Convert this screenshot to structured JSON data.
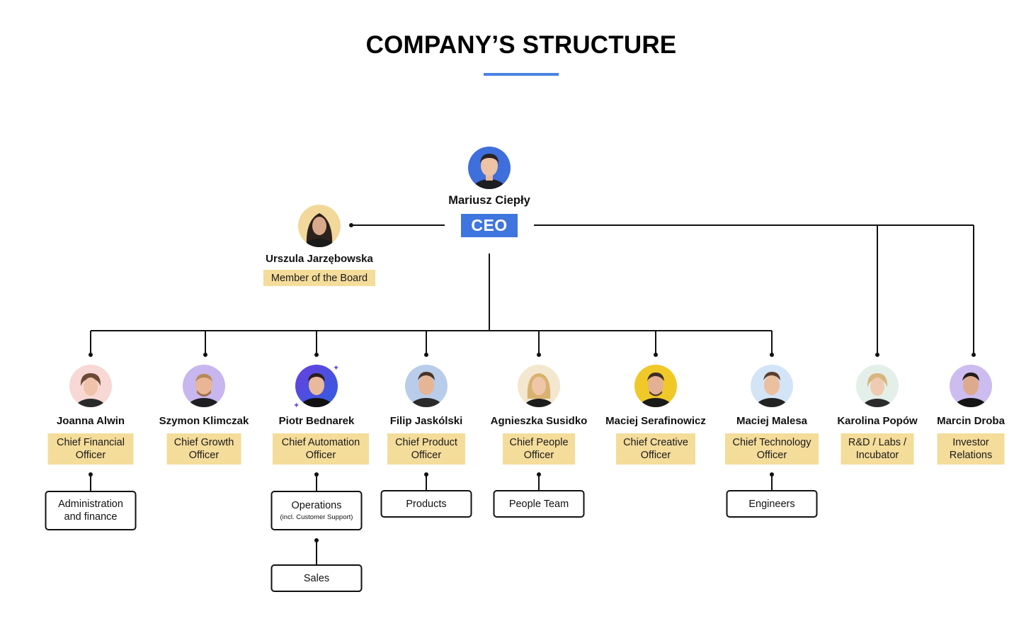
{
  "title": "COMPANY’S STRUCTURE",
  "colors": {
    "accent": "#4a84e0",
    "ceo_badge": "#3f75de",
    "role_badge": "#f4dc9a",
    "line": "#111111"
  },
  "ceo": {
    "name": "Mariusz Ciepły",
    "role": "CEO"
  },
  "board": {
    "name": "Urszula Jarzębowska",
    "role": "Member of the Board"
  },
  "executives": [
    {
      "name": "Joanna Alwin",
      "role_line1": "Chief Financial",
      "role_line2": "Officer"
    },
    {
      "name": "Szymon Klimczak",
      "role_line1": "Chief Growth",
      "role_line2": "Officer"
    },
    {
      "name": "Piotr Bednarek",
      "role_line1": "Chief Automation",
      "role_line2": "Officer"
    },
    {
      "name": "Filip Jaskólski",
      "role_line1": "Chief Product",
      "role_line2": "Officer"
    },
    {
      "name": "Agnieszka Susidko",
      "role_line1": "Chief People",
      "role_line2": "Officer"
    },
    {
      "name": "Maciej Serafinowicz",
      "role_line1": "Chief Creative",
      "role_line2": "Officer"
    },
    {
      "name": "Maciej Malesa",
      "role_line1": "Chief Technology",
      "role_line2": "Officer"
    },
    {
      "name": "Karolina Popów",
      "role_line1": "R&D / Labs /",
      "role_line2": "Incubator"
    },
    {
      "name": "Marcin Droba",
      "role_line1": "Investor",
      "role_line2": "Relations"
    }
  ],
  "departments": {
    "admin_line1": "Administration",
    "admin_line2": "and finance",
    "operations": "Operations",
    "operations_sub": "(incl. Customer Support)",
    "sales": "Sales",
    "products": "Products",
    "people_team": "People Team",
    "engineers": "Engineers"
  }
}
